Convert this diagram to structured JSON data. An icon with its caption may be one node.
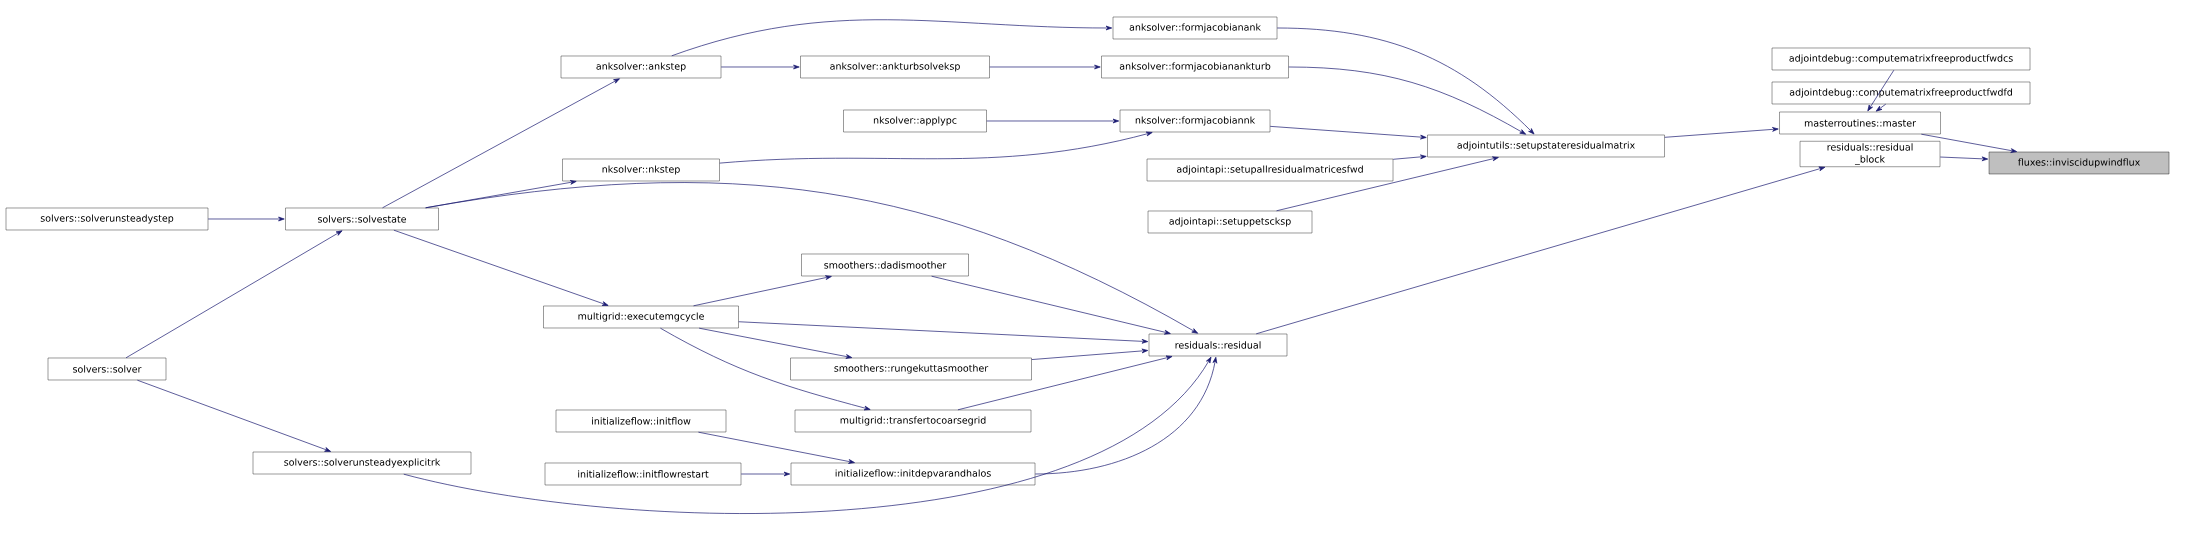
{
  "diagram": {
    "nodes": [
      {
        "text": [
          "fluxes::inviscidupwindflux"
        ]
      },
      {
        "text": [
          "masterroutines::master"
        ]
      },
      {
        "text": [
          "residuals::residual _block"
        ]
      },
      {
        "text": [
          "adjointdebug::computematrixfreeproductfwdcs"
        ]
      },
      {
        "text": [
          "adjointdebug::computematrixfreeproductfwdfd"
        ]
      },
      {
        "text": [
          "adjointutils::setupstateresidualmatrix"
        ]
      },
      {
        "text": [
          "residuals::residual"
        ]
      },
      {
        "text": [
          "anksolver::formjacobianank"
        ]
      },
      {
        "text": [
          "anksolver::formjacobianankturb"
        ]
      },
      {
        "text": [
          "nksolver::formjacobiannk"
        ]
      },
      {
        "text": [
          "adjointapi::setupallresidualmatricesfwd"
        ]
      },
      {
        "text": [
          "adjointapi::setuppetscksp"
        ]
      },
      {
        "text": [
          "anksolver::ankstep"
        ]
      },
      {
        "text": [
          "anksolver::ankturbsolveksp"
        ]
      },
      {
        "text": [
          "nksolver::applypc"
        ]
      },
      {
        "text": [
          "nksolver::nkstep"
        ]
      },
      {
        "text": [
          "smoothers::dadismoother"
        ]
      },
      {
        "text": [
          "smoothers::rungekuttasmoother"
        ]
      },
      {
        "text": [
          "multigrid::transfertocoarsegrid"
        ]
      },
      {
        "text": [
          "initializeflow::initdepvarandhalos"
        ]
      },
      {
        "text": [
          "initializeflow::initflow"
        ]
      },
      {
        "text": [
          "initializeflow::initflowrestart"
        ]
      },
      {
        "text": [
          "solvers::solvestate"
        ]
      },
      {
        "text": [
          "multigrid::executemgcycle"
        ]
      },
      {
        "text": [
          "solvers::solverunsteadystep"
        ]
      },
      {
        "text": [
          "solvers::solver"
        ]
      },
      {
        "text": [
          "solvers::solverunsteadyexplicitrk"
        ]
      }
    ],
    "edges": [
      {
        "from": 1,
        "to": 0,
        "arrow": "to"
      },
      {
        "from": 2,
        "to": 0,
        "arrow": "to"
      },
      {
        "from": 3,
        "to": 1,
        "arrow": "to"
      },
      {
        "from": 4,
        "to": 1,
        "arrow": "to"
      },
      {
        "from": 5,
        "to": 1,
        "arrow": "to"
      },
      {
        "from": 6,
        "to": 2,
        "arrow": "to"
      },
      {
        "from": 7,
        "to": 5,
        "arrow": "to"
      },
      {
        "from": 8,
        "to": 5,
        "arrow": "to"
      },
      {
        "from": 9,
        "to": 5,
        "arrow": "to"
      },
      {
        "from": 10,
        "to": 5,
        "arrow": "to"
      },
      {
        "from": 11,
        "to": 5,
        "arrow": "to"
      },
      {
        "from": 12,
        "to": 7,
        "arrow": "to"
      },
      {
        "from": 12,
        "to": 13,
        "arrow": "to"
      },
      {
        "from": 13,
        "to": 8,
        "arrow": "to"
      },
      {
        "from": 14,
        "to": 9,
        "arrow": "to"
      },
      {
        "from": 15,
        "to": 9,
        "arrow": "to"
      },
      {
        "from": 22,
        "to": 12,
        "arrow": "to"
      },
      {
        "from": 22,
        "to": 15,
        "arrow": "to"
      },
      {
        "from": 22,
        "to": 6,
        "arrow": "to"
      },
      {
        "from": 16,
        "to": 6,
        "arrow": "to"
      },
      {
        "from": 23,
        "to": 6,
        "arrow": "to"
      },
      {
        "from": 17,
        "to": 6,
        "arrow": "to"
      },
      {
        "from": 18,
        "to": 6,
        "arrow": "to"
      },
      {
        "from": 19,
        "to": 6,
        "arrow": "to"
      },
      {
        "from": 26,
        "to": 6,
        "arrow": "to"
      },
      {
        "from": 23,
        "to": 16,
        "arrow": "to"
      },
      {
        "from": 23,
        "to": 17,
        "arrow": "to"
      },
      {
        "from": 23,
        "to": 18,
        "arrow": "to"
      },
      {
        "from": 22,
        "to": 23,
        "arrow": "to"
      },
      {
        "from": 20,
        "to": 19,
        "arrow": "to"
      },
      {
        "from": 21,
        "to": 19,
        "arrow": "to"
      },
      {
        "from": 24,
        "to": 22,
        "arrow": "to"
      },
      {
        "from": 25,
        "to": 22,
        "arrow": "to"
      },
      {
        "from": 25,
        "to": 26,
        "arrow": "to"
      }
    ]
  }
}
